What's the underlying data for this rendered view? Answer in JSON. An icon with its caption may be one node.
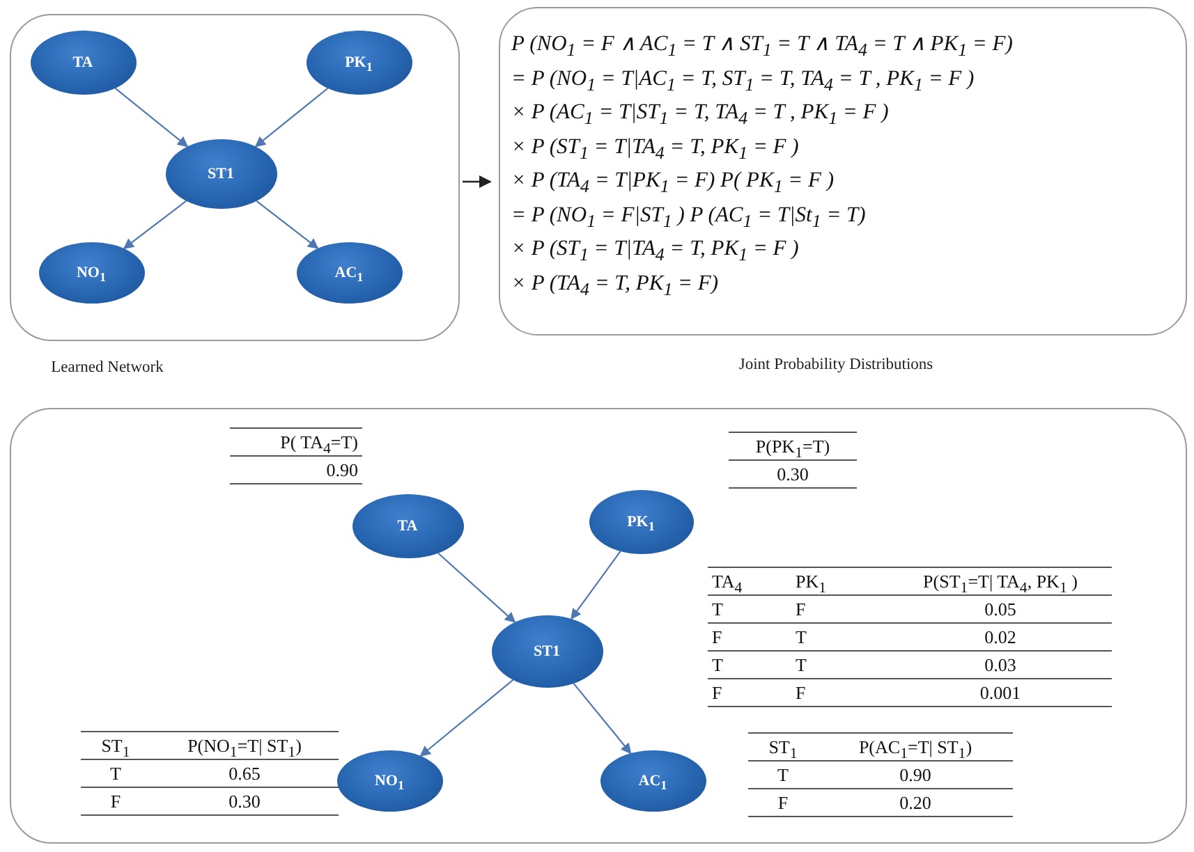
{
  "diagram": {
    "nodes": [
      {
        "text": [],
        "shape": "box",
        "beside": [
          "Learned Network"
        ]
      },
      {
        "text": [
          "TA"
        ],
        "in": 0
      },
      {
        "text": [
          "PK$_{1}$"
        ],
        "in": 0
      },
      {
        "text": [
          "ST1"
        ],
        "in": 0
      },
      {
        "text": [
          "NO$_{1}$"
        ],
        "in": 0
      },
      {
        "text": [
          "AC$_{1}$"
        ],
        "in": 0
      },
      {
        "text": [
          "P (NO$_{1}$ = F ∧ AC$_{1}$ = T ∧ ST$_{1}$ = T ∧ TA$_{4}$ = T ∧ PK$_{1}$ = F)",
          "= P (NO$_{1}$ = T|AC$_{1}$ = T, ST$_{1}$ = T, TA$_{4}$ = T , PK$_{1}$ = F )",
          "× P (AC$_{1}$ = T|ST$_{1}$ = T, TA$_{4}$ = T , PK$_{1}$ = F )",
          "× P (ST$_{1}$ = T|TA$_{4}$ = T, PK$_{1}$ = F )",
          "× P (TA$_{4}$ = T|PK$_{1}$ = F) P( PK$_{1}$ = F )",
          "= P (NO$_{1}$ = F|ST$_{1}$ ) P (AC$_{1}$ = T|St$_{1}$ = T)",
          "× P (ST$_{1}$ = T|TA$_{4}$ = T, PK$_{1}$ = F )",
          "× P (TA$_{4}$ = T, PK$_{1}$ = F)"
        ],
        "beside": [
          "Joint Probability Distributions"
        ]
      },
      {
        "text": [],
        "shape": "box"
      },
      {
        "text": [
          "TA"
        ],
        "in": 7
      },
      {
        "text": [
          "PK$_{1}$"
        ],
        "in": 7
      },
      {
        "text": [
          "ST1"
        ],
        "in": 7
      },
      {
        "text": [
          "NO$_{1}$"
        ],
        "in": 7
      },
      {
        "text": [
          "AC$_{1}$"
        ],
        "in": 7
      }
    ],
    "edges": [
      {
        "from": 1,
        "to": 3,
        "arrow": "to"
      },
      {
        "from": 2,
        "to": 3,
        "arrow": "to"
      },
      {
        "from": 3,
        "to": 4,
        "arrow": "to"
      },
      {
        "from": 3,
        "to": 5,
        "arrow": "to"
      },
      {
        "from": 0,
        "to": 6,
        "arrow": "to",
        "color": "#222222"
      },
      {
        "from": 8,
        "to": 10,
        "arrow": "to"
      },
      {
        "from": 9,
        "to": 10,
        "arrow": "to"
      },
      {
        "from": 10,
        "to": 11,
        "arrow": "to"
      },
      {
        "from": 10,
        "to": 12,
        "arrow": "to"
      }
    ],
    "labels": [
      "P( TA$_{4}$=T)",
      "0.90",
      "P(PK$_{1}$=T)",
      "0.30",
      "TA$_{4}$",
      "PK$_{1}$",
      "P(ST$_{1}$=T| TA$_{4}$, PK$_{1}$ )",
      "T",
      "F",
      "0.05",
      "F",
      "T",
      "0.02",
      "T",
      "T",
      "0.03",
      "F",
      "F",
      "0.001",
      "ST$_{1}$",
      "P(NO$_{1}$=T| ST$_{1}$)",
      "T",
      "0.65",
      "F",
      "0.30",
      "ST$_{1}$",
      "P(AC$_{1}$=T| ST$_{1}$)",
      "T",
      "0.90",
      "F",
      "0.20"
    ]
  }
}
